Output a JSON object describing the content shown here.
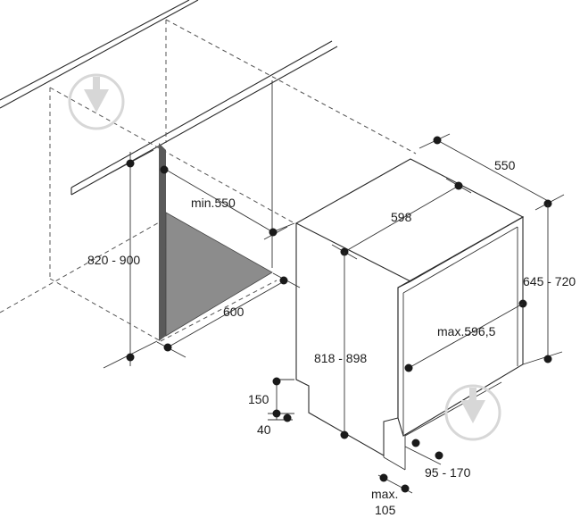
{
  "labels": {
    "niche_depth": "min.550",
    "niche_height": "820 - 900",
    "niche_width": "600",
    "unit_depth": "550",
    "unit_width": "598",
    "unit_height": "818 - 898",
    "door_height_range": "645 - 720",
    "door_max": "max.596,5",
    "plinth_height": "150",
    "foot_height": "40",
    "toe_kick_range": "95 - 170",
    "toe_kick_max_line1": "max.",
    "toe_kick_max_line2": "105"
  },
  "watermark_icon": "download-arrow-icon",
  "colors": {
    "line": "#2a2a2a",
    "niche_back": "#8c8c8c",
    "niche_side": "#5a5a5a",
    "watermark": "#d7d7d7"
  }
}
